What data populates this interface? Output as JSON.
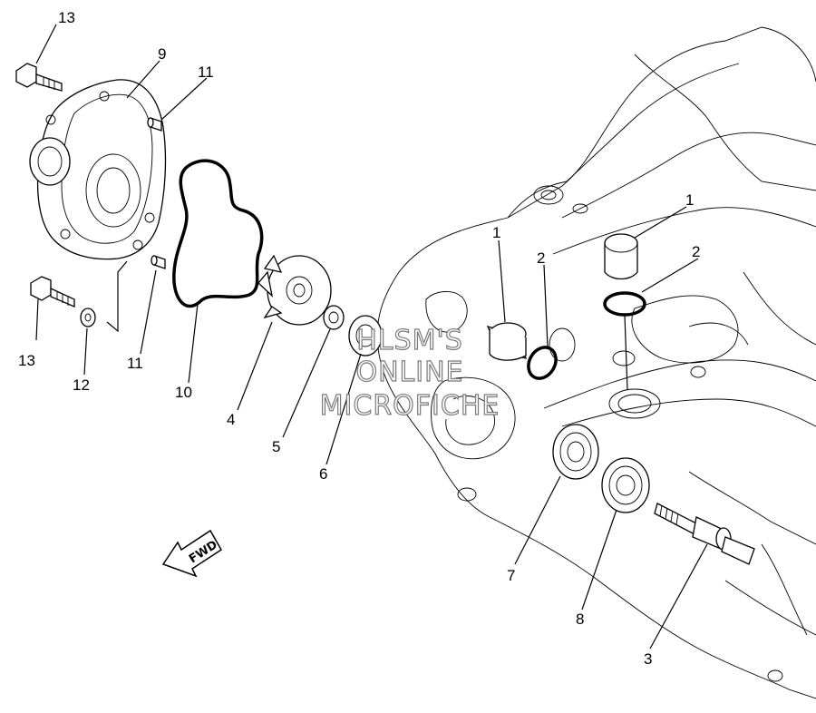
{
  "callouts": {
    "c1a": "1",
    "c1b": "1",
    "c2a": "2",
    "c2b": "2",
    "c3": "3",
    "c4": "4",
    "c5": "5",
    "c6": "6",
    "c7": "7",
    "c8": "8",
    "c9": "9",
    "c10": "10",
    "c11a": "11",
    "c11b": "11",
    "c12": "12",
    "c13a": "13",
    "c13b": "13"
  },
  "watermark": {
    "line1": "HLSM'S",
    "line2": "ONLINE",
    "line3": "MICROFICHE"
  },
  "direction_arrow": {
    "label": "FWD"
  }
}
